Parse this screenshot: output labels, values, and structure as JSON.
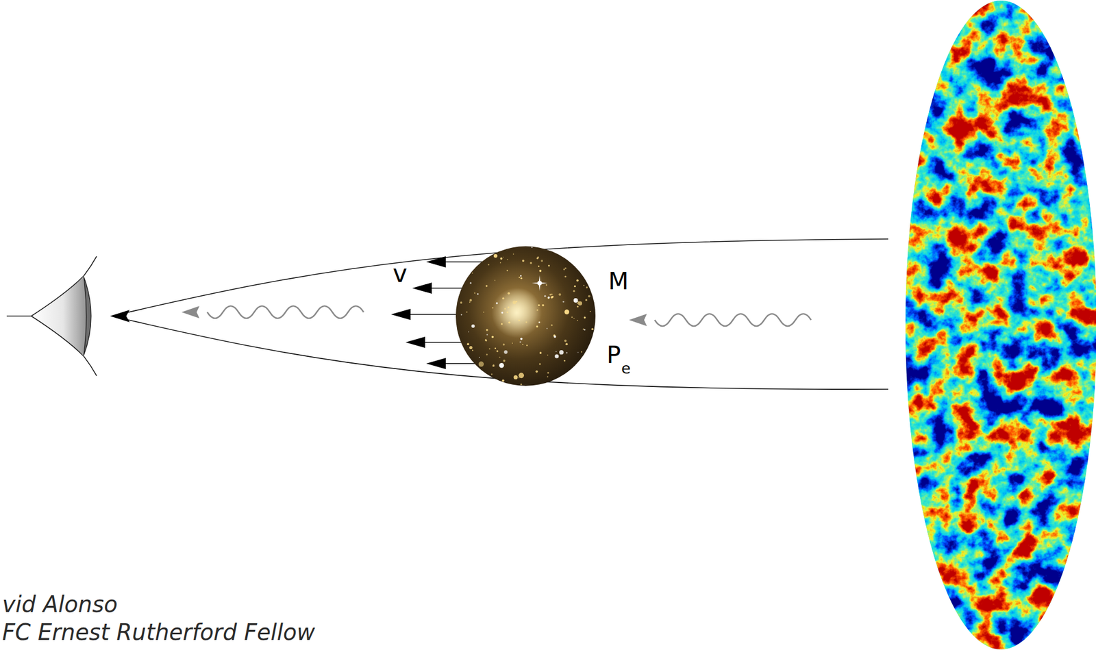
{
  "diagram": {
    "labels": [
      "v",
      "M",
      "P",
      "e",
      "vid Alonso",
      "FC Ernest Rutherford Fellow"
    ]
  }
}
